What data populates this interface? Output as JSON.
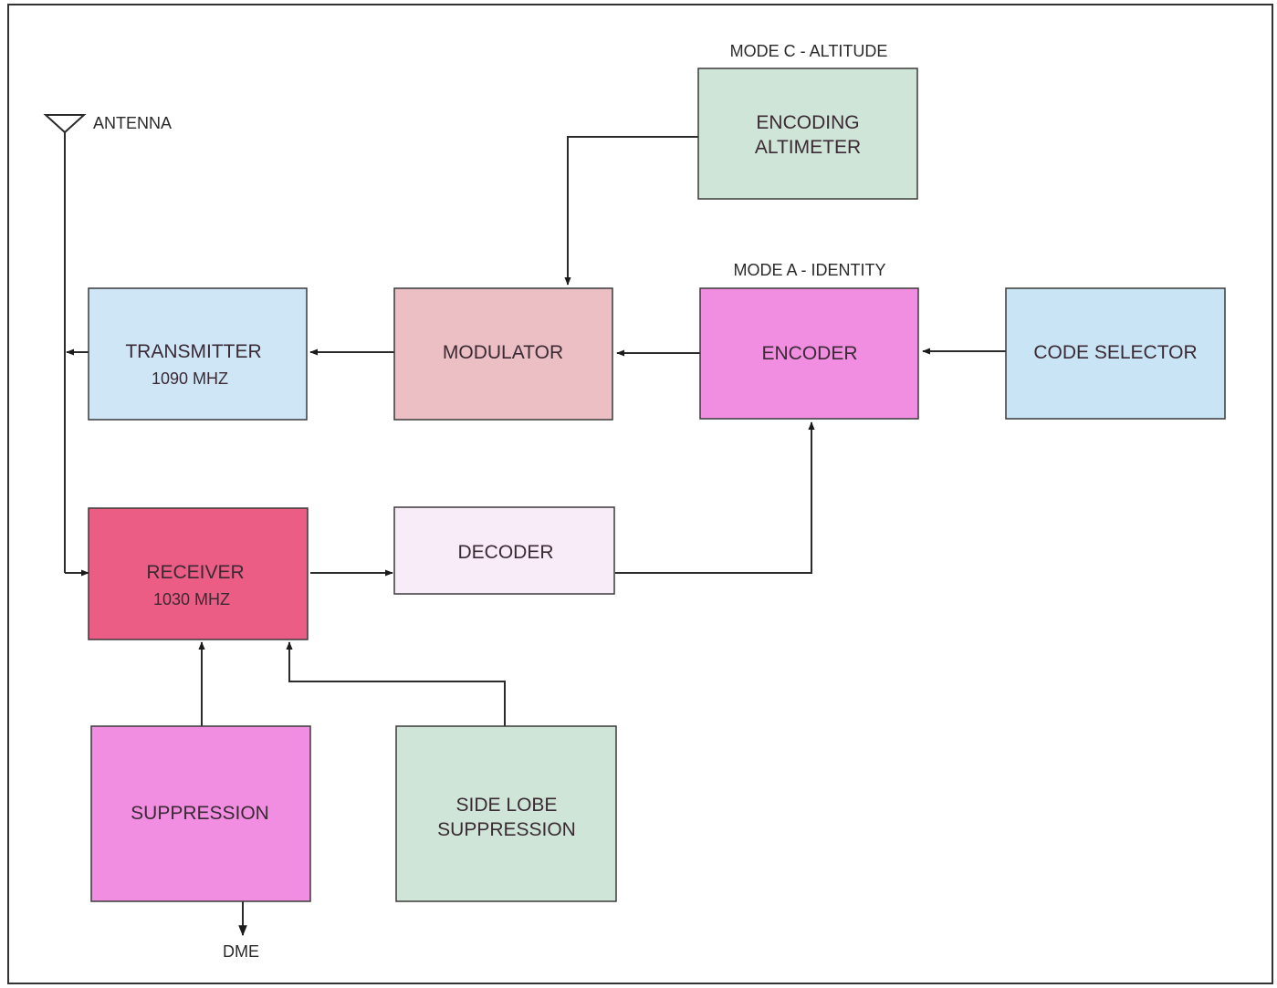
{
  "antenna": {
    "label": "ANTENNA"
  },
  "mode_c_label": "MODE C - ALTITUDE",
  "mode_a_label": "MODE A - IDENTITY",
  "dme_label": "DME",
  "blocks": {
    "encoding_altimeter": {
      "line1": "ENCODING",
      "line2": "ALTIMETER",
      "color": "#cfe5d8"
    },
    "transmitter": {
      "line1": "TRANSMITTER",
      "line2": "1090 MHZ",
      "color": "#cfe6f7"
    },
    "modulator": {
      "line1": "MODULATOR",
      "color": "#ecbfc4"
    },
    "encoder": {
      "line1": "ENCODER",
      "color": "#f28ee2"
    },
    "code_selector": {
      "line1": "CODE SELECTOR",
      "color": "#c9e4f5"
    },
    "receiver": {
      "line1": "RECEIVER",
      "line2": "1030 MHZ",
      "color": "#eb5d84"
    },
    "decoder": {
      "line1": "DECODER",
      "color": "#f8ecf8"
    },
    "suppression": {
      "line1": "SUPPRESSION",
      "color": "#f28ee2"
    },
    "side_lobe_suppression": {
      "line1": "SIDE LOBE",
      "line2": "SUPPRESSION",
      "color": "#cfe5d8"
    }
  }
}
